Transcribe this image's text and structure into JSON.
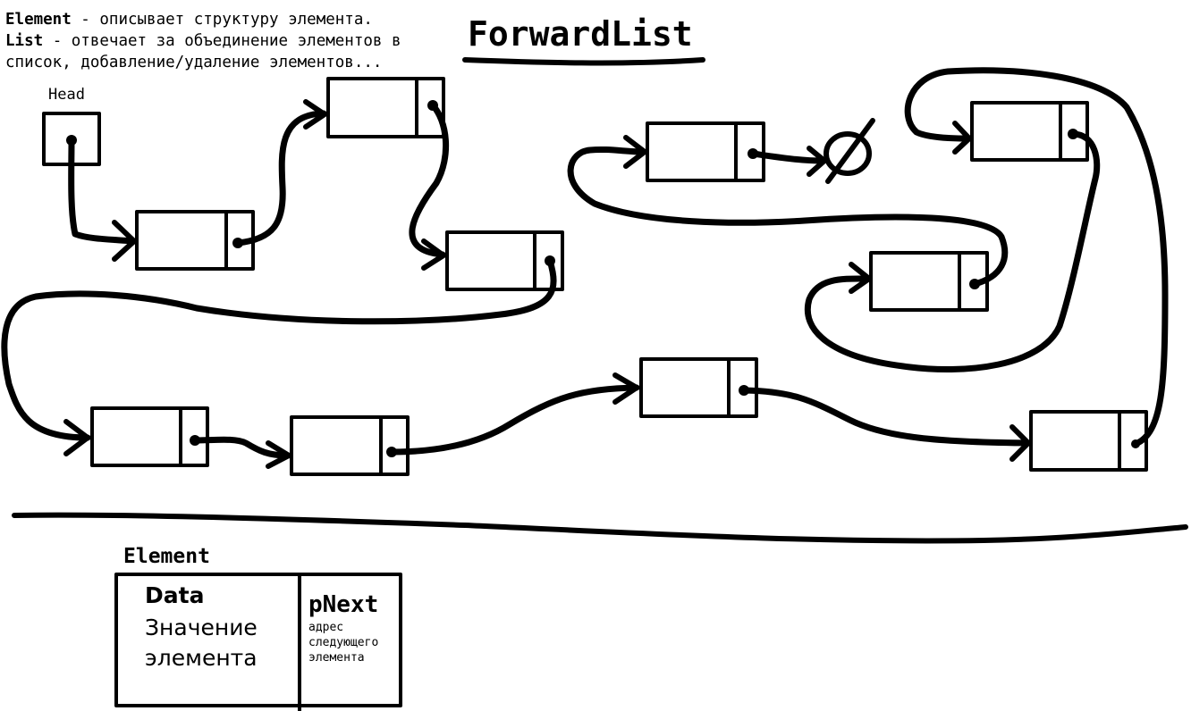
{
  "description": {
    "line1_bold": "Element",
    "line1_rest": " - описывает структуру элемента.",
    "line2_bold": "List",
    "line2_rest": " - отвечает за объединение элементов в",
    "line3": "список, добавление/удаление элементов..."
  },
  "title": "ForwardList",
  "head_label": "Head",
  "legend": {
    "title": "Element",
    "data_title": "Data",
    "data_desc": "Значение элемента",
    "next_title": "pNext",
    "next_desc": "адрес следующего элемента"
  },
  "null_symbol": "∅",
  "colors": {
    "ink": "#000000",
    "background": "#ffffff"
  }
}
